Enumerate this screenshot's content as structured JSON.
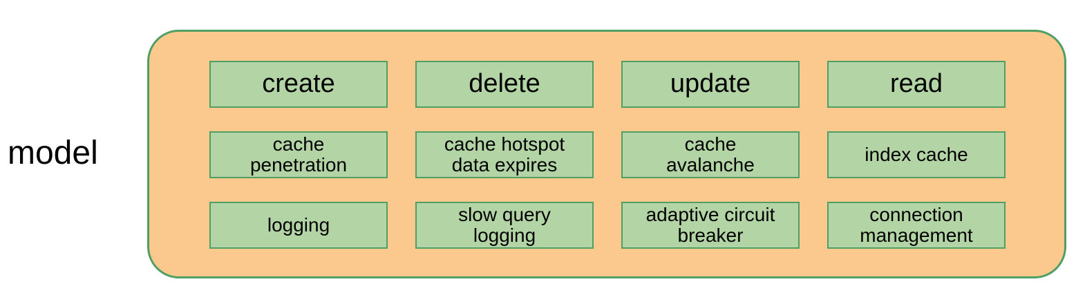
{
  "diagram": {
    "side_label": "model",
    "panel": {
      "fill_color": "#fbc88e",
      "border_color": "#4f9e63",
      "box_fill_color": "#b3d5a6",
      "box_border_color": "#4f9e63",
      "text_color": "#000000",
      "grid": {
        "rows": [
          {
            "role": "header",
            "cells": [
              "create",
              "delete",
              "update",
              "read"
            ]
          },
          {
            "role": "body",
            "cells": [
              "cache\npenetration",
              "cache hotspot\ndata expires",
              "cache\navalanche",
              "index cache"
            ]
          },
          {
            "role": "body",
            "cells": [
              "logging",
              "slow query\nlogging",
              "adaptive circuit\nbreaker",
              "connection\nmanagement"
            ]
          }
        ]
      }
    }
  }
}
